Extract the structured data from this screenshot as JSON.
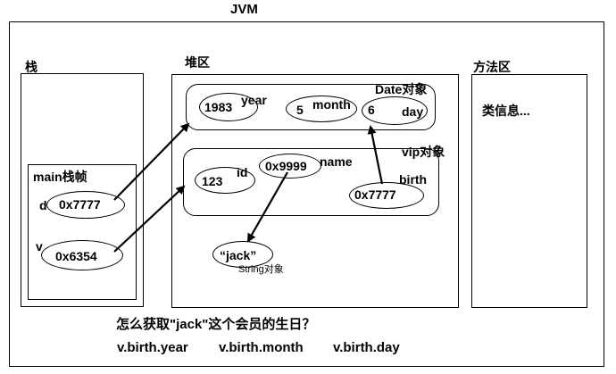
{
  "jvm": {
    "title": "JVM"
  },
  "stack": {
    "label": "栈",
    "frame_label": "main栈帧",
    "d_var": "d",
    "d_value": "0x7777",
    "v_var": "v",
    "v_value": "0x6354"
  },
  "heap": {
    "label": "堆区",
    "date_object": {
      "label": "Date对象",
      "year_value": "1983",
      "year_label": "year",
      "month_value": "5",
      "month_label": "month",
      "day_value": "6",
      "day_label": "day"
    },
    "vip_object": {
      "label": "vip对象",
      "id_value": "123",
      "id_label": "id",
      "name_value": "0x9999",
      "name_label": "name",
      "birth_label": "birth",
      "birth_value": "0x7777"
    },
    "string_object": {
      "value": "“jack”",
      "label": "String对象"
    }
  },
  "method_area": {
    "label": "方法区",
    "content": "类信息..."
  },
  "question": "怎么获取\"jack\"这个会员的生日？",
  "answer": {
    "year": "v.birth.year",
    "month": "v.birth.month",
    "day": "v.birth.day"
  }
}
